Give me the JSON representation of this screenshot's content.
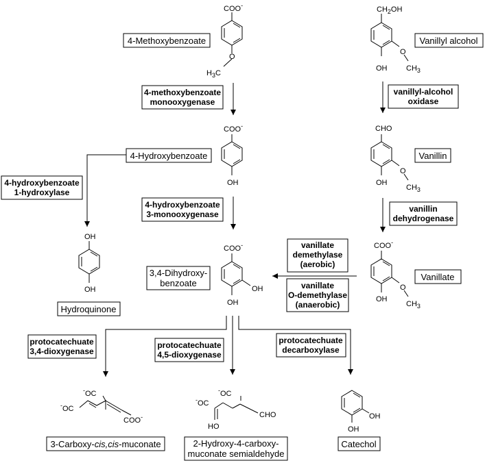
{
  "compounds": {
    "methoxybenzoate": "4-Methoxybenzoate",
    "vanillyl_alcohol": "Vanillyl alcohol",
    "hydroxybenzoate": "4-Hydroxybenzoate",
    "vanillin": "Vanillin",
    "dihydroxybenzoate_1": "3,4-Dihydroxy-",
    "dihydroxybenzoate_2": "benzoate",
    "vanillate": "Vanillate",
    "hydroquinone": "Hydroquinone",
    "muconate_pre": "3-Carboxy-",
    "muconate_ital": "cis,cis",
    "muconate_post": "-muconate",
    "semialdehyde_1": "2-Hydroxy-4-carboxy-",
    "semialdehyde_2": "muconate semialdehyde",
    "catechol": "Catechol"
  },
  "enzymes": {
    "methoxybenzoate_monooxygenase": [
      "4-methoxybenzoate",
      "monooxygenase"
    ],
    "vanillyl_alcohol_oxidase": [
      "vanillyl-alcohol",
      "oxidase"
    ],
    "hydroxybenzoate_hydroxylase": [
      "4-hydroxybenzoate",
      "1-hydroxylase"
    ],
    "hydroxybenzoate_monooxygenase": [
      "4-hydroxybenzoate",
      "3-monooxygenase"
    ],
    "vanillin_dehydrogenase": [
      "vanillin",
      "dehydrogenase"
    ],
    "vanillate_demethylase": [
      "vanillate",
      "demethylase",
      "(aerobic)"
    ],
    "vanillate_o_demethylase": [
      "vanillate",
      "O-demethylase",
      "(anaerobic)"
    ],
    "pca_34_dioxygenase": [
      "protocatechuate",
      "3,4-dioxygenase"
    ],
    "pca_45_dioxygenase": [
      "protocatechuate",
      "4,5-dioxygenase"
    ],
    "pca_decarboxylase": [
      "protocatechuate",
      "decarboxylase"
    ]
  },
  "atoms": {
    "coo": "COO",
    "charge": "-",
    "oh": "OH",
    "ho": "HO",
    "ch2oh": "CH",
    "ch2oh_sub": "2",
    "ch2oh_tail": "OH",
    "cho": "CHO",
    "o": "O",
    "ch3": "CH",
    "ch3_sub": "3",
    "h3c": "H",
    "h3c_sub": "3",
    "h3c_tail": "C",
    "oc": "OC",
    "coo_r": "COO"
  }
}
